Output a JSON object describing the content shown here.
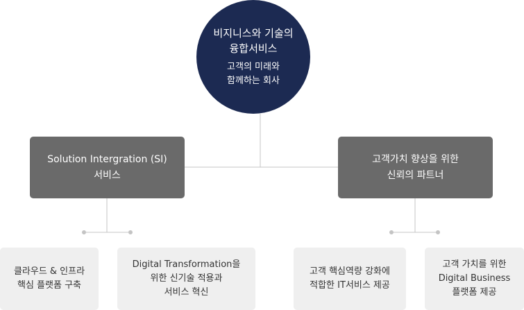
{
  "center": {
    "title_lines": [
      "비지니스와 기술의",
      "융합서비스"
    ],
    "subtitle_lines": [
      "고객의 미래와",
      "함께하는 회사"
    ]
  },
  "left_box": {
    "lines": [
      "Solution Intergration (SI)",
      "서비스"
    ]
  },
  "right_box": {
    "lines": [
      "고객가치 향상을 위한",
      "신뢰의 파트너"
    ]
  },
  "bottom_boxes": [
    {
      "lines": [
        "클라우드 & 인프라",
        "핵심 플랫폼 구축"
      ]
    },
    {
      "lines": [
        "Digital Transformation을",
        "위한 신기술 적용과",
        "서비스 혁신"
      ]
    },
    {
      "lines": [
        "고객 핵심역량 강화에",
        "적합한 IT서비스 제공"
      ]
    },
    {
      "lines": [
        "고객 가치를 위한",
        "Digital Business",
        "플랫폼 제공"
      ]
    }
  ],
  "colors": {
    "circle": "#1c2a52",
    "mid_boxes": "#6a6a6a",
    "leaf_boxes": "#efefef",
    "connectors": "#c4c4c4"
  }
}
